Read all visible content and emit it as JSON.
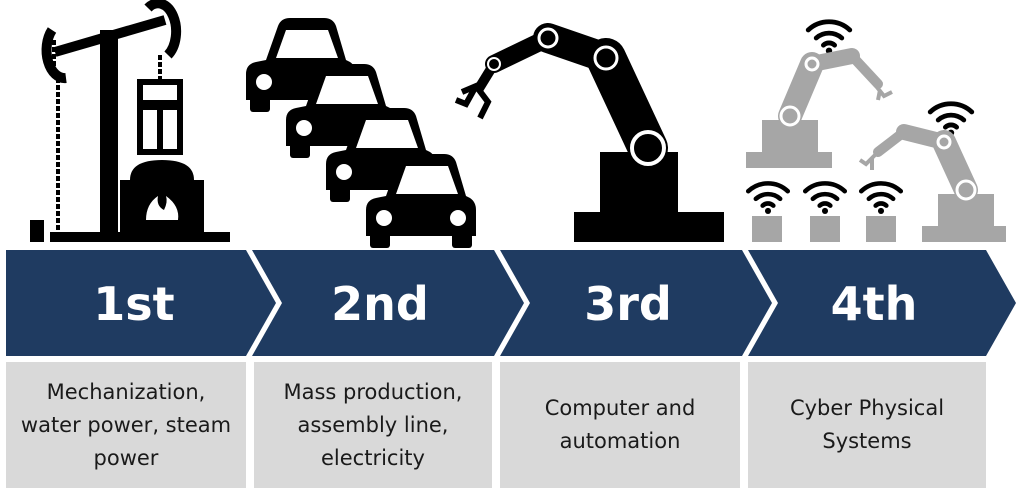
{
  "stages": [
    {
      "label": "1st",
      "description": "Mechanization,\nwater power, steam\npower",
      "icon": "pump-jack-steam-engine-icon"
    },
    {
      "label": "2nd",
      "description": "Mass production,\nassembly line,\nelectricity",
      "icon": "car-assembly-line-icon"
    },
    {
      "label": "3rd",
      "description": "Computer and\nautomation",
      "icon": "robot-arm-icon"
    },
    {
      "label": "4th",
      "description": "Cyber Physical\nSystems",
      "icon": "connected-robots-wifi-icon"
    }
  ],
  "colors": {
    "arrow": "#1f3b61",
    "description_box": "#d9d9d9",
    "icon_dark": "#000000",
    "icon_gray": "#a6a6a6",
    "label_text": "#ffffff"
  }
}
